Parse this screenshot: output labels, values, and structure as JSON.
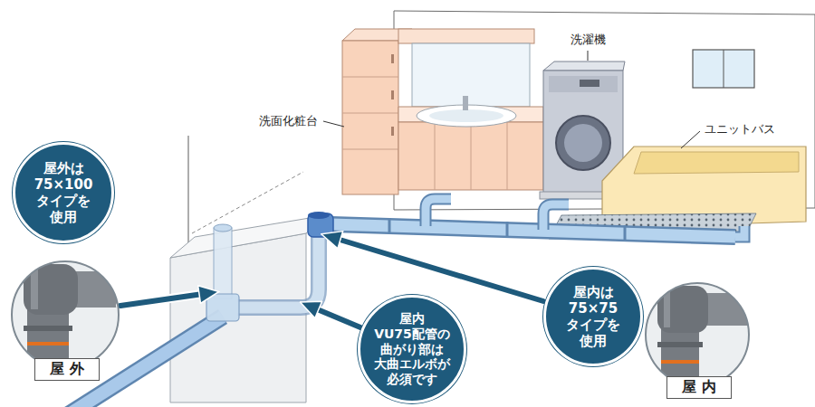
{
  "diagram": {
    "nodes": [
      {
        "text": [
          "屋外は 75×100 タイプを 使用"
        ]
      },
      {
        "text": [
          "屋 外"
        ]
      },
      {
        "text": [
          "屋内 VU75配管の 曲がり部は 大曲エルボが 必須です"
        ]
      },
      {
        "text": [
          "屋内は 75×75 タイプを 使用"
        ]
      },
      {
        "text": [
          "屋 内"
        ]
      }
    ],
    "labels": [
      "洗面化粧台",
      "洗濯機",
      "ユニットバス"
    ]
  }
}
